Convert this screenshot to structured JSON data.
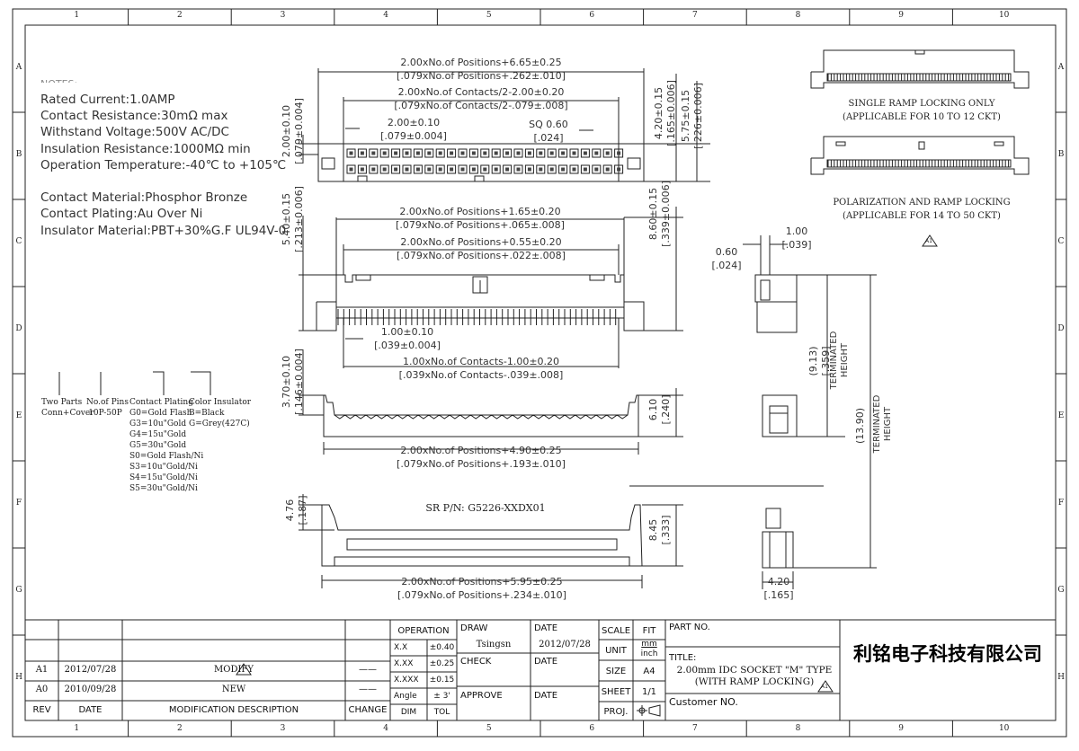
{
  "grid": {
    "cols": [
      "1",
      "2",
      "3",
      "4",
      "5",
      "6",
      "7",
      "8",
      "9",
      "10"
    ],
    "rows": [
      "A",
      "B",
      "C",
      "D",
      "E",
      "F",
      "G",
      "H"
    ]
  },
  "notes": {
    "title": "NOTES:",
    "lines": [
      "Rated Current:1.0AMP",
      "Contact Resistance:30mΩ max",
      "Withstand Voltage:500V AC/DC",
      "Insulation Resistance:1000MΩ min",
      "Operation Temperature:-40℃ to +105℃",
      "",
      "Contact Material:Phosphor Bronze",
      "Contact Plating:Au Over Ni",
      "Insulator Material:PBT+30%G.F UL94V-0"
    ]
  },
  "ordering": {
    "two_parts": [
      "Two Parts",
      "Conn+Cover"
    ],
    "pins": [
      "No.of Pins",
      "10P-50P"
    ],
    "plating_title": "Contact Plating",
    "plating": [
      "G0=Gold Flash",
      "G3=10u\"Gold",
      "G4=15u\"Gold",
      "G5=30u\"Gold",
      "S0=Gold Flash/Ni",
      "S3=10u\"Gold/Ni",
      "S4=15u\"Gold/Ni",
      "S5=30u\"Gold/Ni"
    ],
    "color_title": "Color Insulator",
    "colors": [
      "B=Black",
      "G=Grey(427C)"
    ]
  },
  "dims": {
    "top1": [
      "2.00xNo.of Positions+6.65±0.25",
      "[.079xNo.of Positions+.262±.010]"
    ],
    "top2": [
      "2.00xNo.of Contacts/2-2.00±0.20",
      "[.079xNo.of Contacts/2-.079±.008]"
    ],
    "pitch": [
      "2.00±0.10",
      "[.079±0.004]"
    ],
    "sq": [
      "SQ 0.60",
      "[.024]"
    ],
    "left_h": [
      "2.00±0.10",
      "[.079±0.004]"
    ],
    "r1": [
      "4.20±0.15",
      "[.165±0.006]"
    ],
    "r2": [
      "5.75±0.15",
      "[.226±0.006]"
    ],
    "side1": [
      "2.00xNo.of Positions+1.65±0.20",
      "[.079xNo.of Positions+.065±.008]"
    ],
    "side2": [
      "2.00xNo.of Positions+0.55±0.20",
      "[.079xNo.of Positions+.022±.008]"
    ],
    "side_h_l": [
      "5.40±0.15",
      "[.213±0.006]"
    ],
    "side_h_r": [
      "8.60±0.15",
      "[.339±0.006]"
    ],
    "pin_w": [
      "1.00±0.10",
      "[.039±0.004]"
    ],
    "contacts": [
      "1.00xNo.of Contacts-1.00±0.20",
      "[.039xNo.of Contacts-.039±.008]"
    ],
    "cover_h": [
      "3.70±0.10",
      "[.146±0.004]"
    ],
    "cover_r": [
      "6.10",
      "[.240]"
    ],
    "cover_w": [
      "2.00xNo.of Positions+4.90±0.25",
      "[.079xNo.of Positions+.193±.010]"
    ],
    "sr_pn": "SR P/N: G5226-XXDX01",
    "sr_l": [
      "4.76",
      "[.187]"
    ],
    "sr_r": [
      "8.45",
      "[.333]"
    ],
    "sr_w": [
      "2.00xNo.of Positions+5.95±0.25",
      "[.079xNo.of Positions+.234±.010]"
    ],
    "d060": [
      "0.60",
      "[.024]"
    ],
    "d100": [
      "1.00",
      "[.039]"
    ],
    "th1": [
      "(9.13)",
      "[.359]",
      "TERMINATED",
      "HEIGHT"
    ],
    "th2": [
      "(13.90)",
      "TERMINATED",
      "HEIGHT"
    ],
    "d420": [
      "4.20",
      "[.165]"
    ]
  },
  "views": {
    "single": [
      "SINGLE RAMP LOCKING ONLY",
      "(APPLICABLE FOR 10 TO 12 CKT)"
    ],
    "polar": [
      "POLARIZATION AND RAMP LOCKING",
      "(APPLICABLE FOR 14 TO 50 CKT)"
    ],
    "rev_symbol": "A1"
  },
  "title_block": {
    "revisions": [
      {
        "rev": "A1",
        "date": "2012/07/28",
        "desc": "MODIFY",
        "change": "——"
      },
      {
        "rev": "A0",
        "date": "2010/09/28",
        "desc": "NEW",
        "change": "——"
      }
    ],
    "headers": {
      "rev": "REV",
      "date": "DATE",
      "desc": "MODIFICATION DESCRIPTION",
      "change": "CHANGE"
    },
    "operation": "OPERATION",
    "tolerances": [
      [
        "X.X",
        "±0.40"
      ],
      [
        "X.XX",
        "±0.25"
      ],
      [
        "X.XXX",
        "±0.15"
      ],
      [
        "Angle",
        "± 3'"
      ]
    ],
    "dim_tol": [
      "DIM",
      "TOL"
    ],
    "draw": "DRAW",
    "drawer": "Tsingsn",
    "date_label": "DATE",
    "draw_date": "2012/07/28",
    "check": "CHECK",
    "approve": "APPROVE",
    "scale": "SCALE",
    "scale_val": "FIT",
    "unit": "UNIT",
    "unit_vals": [
      "mm",
      "inch"
    ],
    "size": "SIZE",
    "size_val": "A4",
    "sheet": "SHEET",
    "sheet_val": "1/1",
    "proj": "PROJ.",
    "part_no": "PART NO.",
    "title_label": "TITLE:",
    "title_lines": [
      "2.00mm IDC SOCKET \"M\" TYPE",
      "(WITH RAMP LOCKING)"
    ],
    "customer": "Customer NO.",
    "company": "利铭电子科技有限公司"
  }
}
